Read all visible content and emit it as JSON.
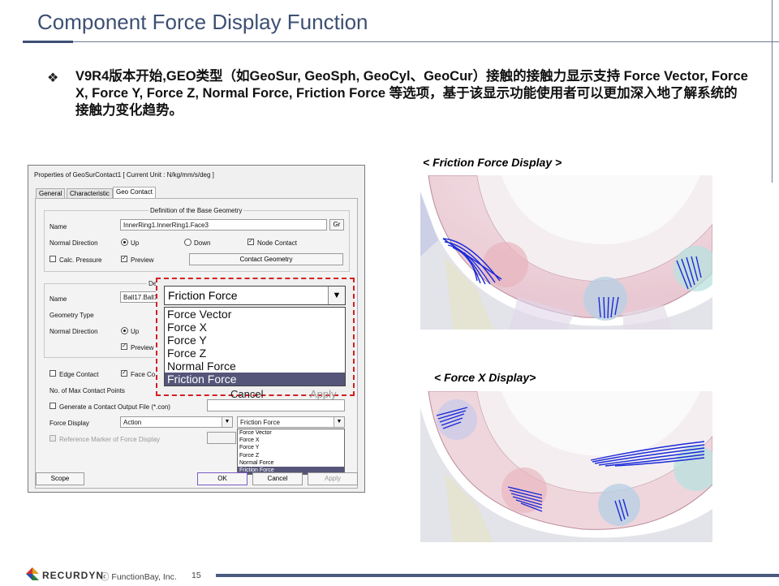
{
  "slide": {
    "title": "Component Force Display Function",
    "bullet_mark": "❖",
    "bullet_text": "V9R4版本开始,GEO类型（如GeoSur, GeoSph, GeoCyl、GeoCur）接触的接触力显示支持 Force Vector, Force X, Force Y, Force Z, Normal Force, Friction Force 等选项，基于该显示功能使用者可以更加深入地了解系统的接触力变化趋势。"
  },
  "dialog": {
    "title": "Properties of GeoSurContact1 [ Current Unit : N/kg/mm/s/deg ]",
    "tabs": [
      "General",
      "Characteristic",
      "Geo Contact"
    ],
    "base_group_label": "Definition of the Base Geometry",
    "base_name_label": "Name",
    "base_name_value": "InnerRing1.InnerRing1.Face3",
    "gr_button": "Gr",
    "normal_direction_label": "Normal Direction",
    "up_label": "Up",
    "down_label": "Down",
    "node_contact_label": "Node Contact",
    "calc_pressure_label": "Calc. Pressure",
    "preview_label": "Preview",
    "contact_geometry_button": "Contact Geometry",
    "action_group_label_partial": "De",
    "action_name_label": "Name",
    "action_name_value": "Ball17.Ball1",
    "geometry_type_label": "Geometry Type",
    "action_normal_direction_label": "Normal Direction",
    "action_up_label": "Up",
    "action_preview_label": "Preview",
    "edge_contact_label": "Edge Contact",
    "face_contact_label": "Face Co",
    "max_contact_points_label": "No. of Max Contact Points",
    "generate_output_label": "Generate a Contact Output File (*.con)",
    "force_display_label": "Force Display",
    "force_display_target": "Action",
    "force_display_selected": "Friction Force",
    "force_display_options": [
      "Force Vector",
      "Force X",
      "Force Y",
      "Force Z",
      "Normal Force",
      "Friction Force"
    ],
    "reference_marker_label": "Reference Marker of Force Display",
    "scope_button": "Scope",
    "ok_button": "OK",
    "cancel_button": "Cancel",
    "apply_button": "Apply"
  },
  "zoom": {
    "selected": "Friction Force",
    "options": [
      "Force Vector",
      "Force X",
      "Force Y",
      "Force Z",
      "Normal Force",
      "Friction Force"
    ],
    "cancel_hint": "Cancel",
    "apply_hint": "Apply"
  },
  "views": {
    "friction_caption": "< Friction Force Display >",
    "forcex_caption": "< Force X Display>"
  },
  "footer": {
    "brand": "RECURDYN",
    "copyright": "ⓒ FunctionBay, Inc.",
    "page": "15"
  },
  "colors": {
    "title": "#3d4f73",
    "accent_red": "#d42020",
    "selection": "#55557a",
    "force_blue": "#1a2ad8"
  }
}
